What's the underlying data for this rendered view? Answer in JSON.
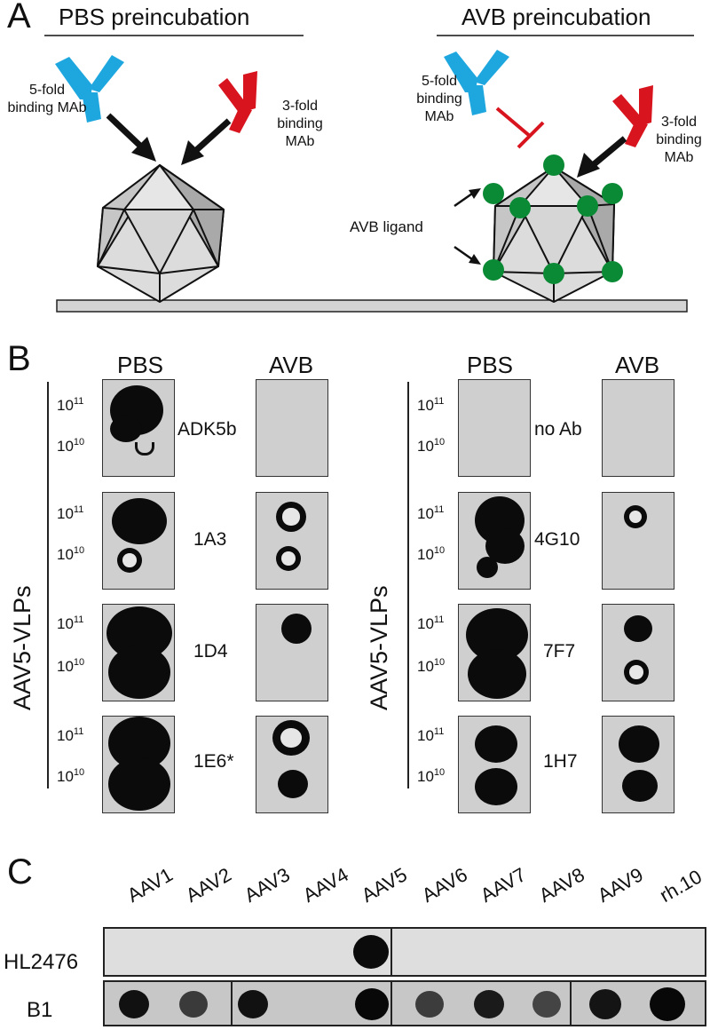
{
  "panel_a": {
    "letter": "A",
    "left_title": "PBS preincubation",
    "right_title": "AVB preincubation",
    "five_fold_label": "5-fold binding MAb",
    "three_fold_label": "3-fold binding MAb",
    "ligand_label": "AVB ligand",
    "colors": {
      "five_fold": "#1ea7df",
      "three_fold": "#d8141f",
      "ligand": "#0a8a35",
      "capsid": "#cfcfcf"
    }
  },
  "panel_b": {
    "letter": "B",
    "col_pbs": "PBS",
    "col_avb": "AVB",
    "ylabel": "AAV5-VLPs",
    "exp_base": "10",
    "exp_11": "11",
    "exp_10": "10",
    "left_rows": [
      "ADK5b",
      "1A3",
      "1D4",
      "1E6*"
    ],
    "right_rows": [
      "no Ab",
      "4G10",
      "7F7",
      "1H7"
    ]
  },
  "panel_c": {
    "letter": "C",
    "serotypes": [
      "AAV1",
      "AAV2",
      "AAV3",
      "AAV4",
      "AAV5",
      "AAV6",
      "AAV7",
      "AAV8",
      "AAV9",
      "rh.10"
    ],
    "rows": [
      "HL2476",
      "B1"
    ]
  }
}
